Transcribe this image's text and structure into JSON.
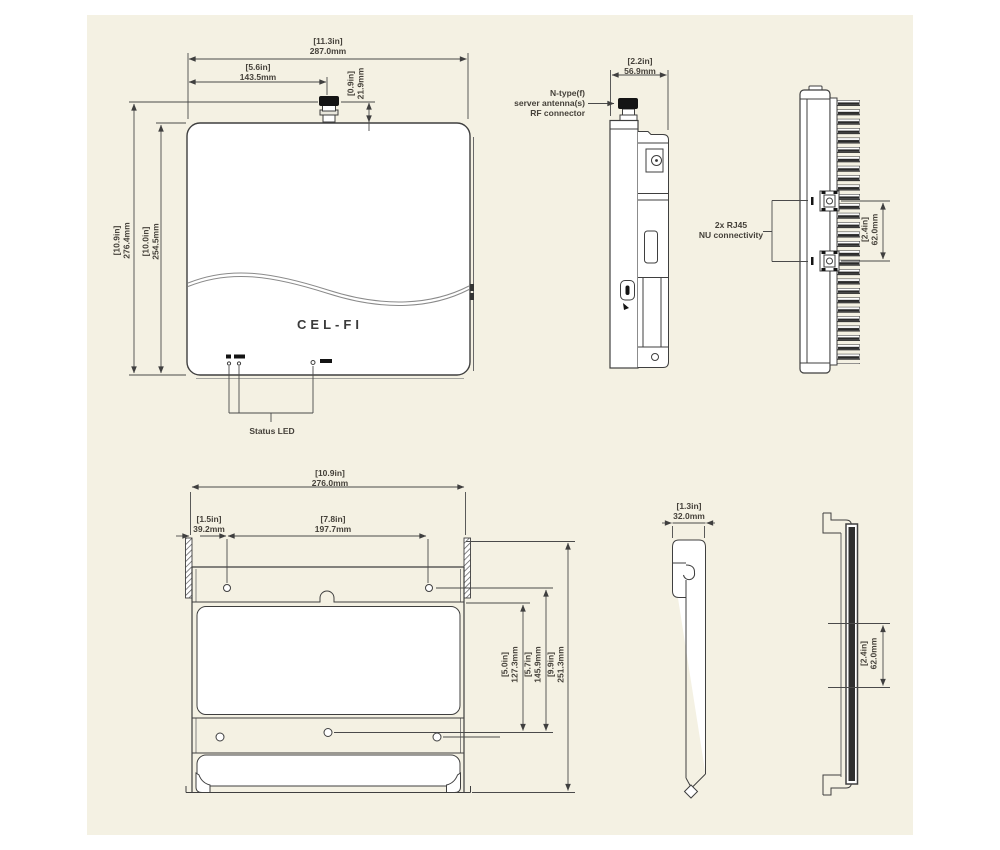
{
  "colors": {
    "background": "#f4f1e3",
    "line": "#3f3f3f",
    "text": "#45413a",
    "connector_black": "#111111"
  },
  "front_view": {
    "logo": "CEL-FI",
    "status_led_label": "Status LED",
    "dims": {
      "overall_width": {
        "in": "[11.3in]",
        "mm": "287.0mm"
      },
      "connector_offset": {
        "in": "[5.6in]",
        "mm": "143.5mm"
      },
      "connector_height": {
        "in": "[0.9in]",
        "mm": "21.9mm"
      },
      "overall_height": {
        "in": "[10.9in]",
        "mm": "276.4mm"
      },
      "body_height": {
        "in": "[10.0in]",
        "mm": "254.5mm"
      }
    }
  },
  "side_view": {
    "connector_label": [
      "N-type(f)",
      "server antenna(s)",
      "RF connector"
    ],
    "dims": {
      "depth": {
        "in": "[2.2in]",
        "mm": "56.9mm"
      }
    }
  },
  "rear_view": {
    "rj45_label": [
      "2x RJ45",
      "NU connectivity"
    ],
    "dims": {
      "port_spacing": {
        "in": "[2.4in]",
        "mm": "62.0mm"
      }
    }
  },
  "bracket_front_view": {
    "dims": {
      "overall_width": {
        "in": "[10.9in]",
        "mm": "276.0mm"
      },
      "hole_offset": {
        "in": "[1.5in]",
        "mm": "39.2mm"
      },
      "hole_spacing": {
        "in": "[7.8in]",
        "mm": "197.7mm"
      },
      "inner_height": {
        "in": "[5.0in]",
        "mm": "127.3mm"
      },
      "hole_height": {
        "in": "[5.7in]",
        "mm": "145.9mm"
      },
      "overall_height": {
        "in": "[9.9in]",
        "mm": "251.3mm"
      }
    }
  },
  "bracket_side_view": {
    "dims": {
      "depth": {
        "in": "[1.3in]",
        "mm": "32.0mm"
      }
    }
  },
  "bracket_edge_view": {
    "dims": {
      "channel_spacing": {
        "in": "[2.4in]",
        "mm": "62.0mm"
      }
    }
  }
}
